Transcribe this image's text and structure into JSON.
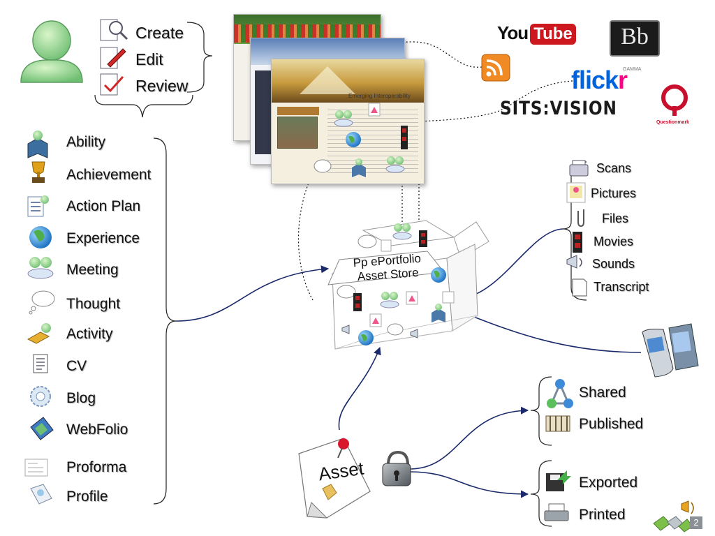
{
  "actions": {
    "create": "Create",
    "edit": "Edit",
    "review": "Review"
  },
  "asset_types": [
    "Ability",
    "Achievement",
    "Action Plan",
    "Experience",
    "Meeting",
    "Thought",
    "Activity",
    "CV",
    "Blog",
    "WebFolio",
    "Proforma",
    "Profile"
  ],
  "media_types": [
    "Scans",
    "Pictures",
    "Files",
    "Movies",
    "Sounds",
    "Transcript"
  ],
  "store": {
    "line1": "Pp ePortfolio",
    "line2": "Asset Store"
  },
  "asset": {
    "label": "Asset"
  },
  "sharing": {
    "shared": "Shared",
    "published": "Published",
    "exported": "Exported",
    "printed": "Printed"
  },
  "external_services": {
    "youtube_you": "You",
    "youtube_tube": "Tube",
    "blackboard": "Bb",
    "flickr_main": "flick",
    "flickr_r": "r",
    "flickr_gamma": "GAMMA",
    "sitsvision": "SITS:VISION",
    "questionmark": "Questionmark"
  },
  "webpage": {
    "heading": "Emerging Interoperability"
  },
  "slide_number": "2",
  "colors": {
    "connector": "#1a2a6a",
    "youtube_red": "#cc181e",
    "flickr_blue": "#0063dc",
    "flickr_pink": "#ff0084",
    "rss_orange": "#f08a24",
    "questionmark_red": "#c8102e"
  }
}
